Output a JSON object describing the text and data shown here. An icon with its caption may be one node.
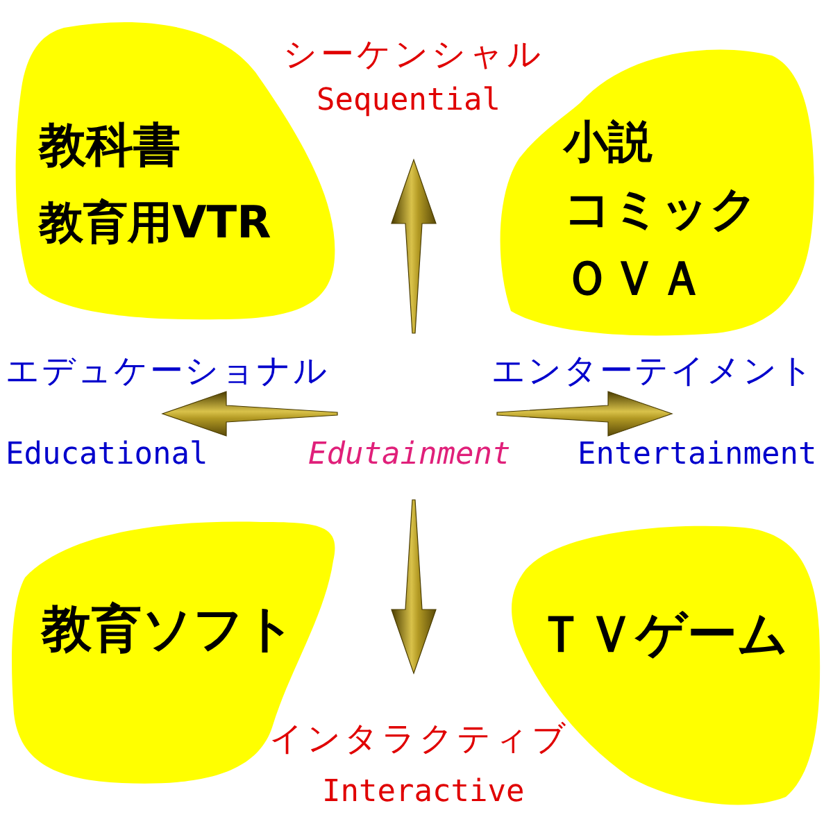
{
  "diagram": {
    "nodes": [
      {
        "text": [
          "教科書",
          "教育用VTR"
        ]
      },
      {
        "text": [
          "小説",
          "コミック",
          "ＯＶＡ"
        ]
      },
      {
        "text": [
          "教育ソフト"
        ]
      },
      {
        "text": [
          "ＴＶゲーム"
        ]
      }
    ],
    "labels": [
      "シーケンシャル",
      "Sequential",
      "エデュケーショナル",
      "エンターテイメント",
      "Educational",
      "Edutainment",
      "Entertainment",
      "インタラクティブ",
      "Interactive"
    ]
  }
}
